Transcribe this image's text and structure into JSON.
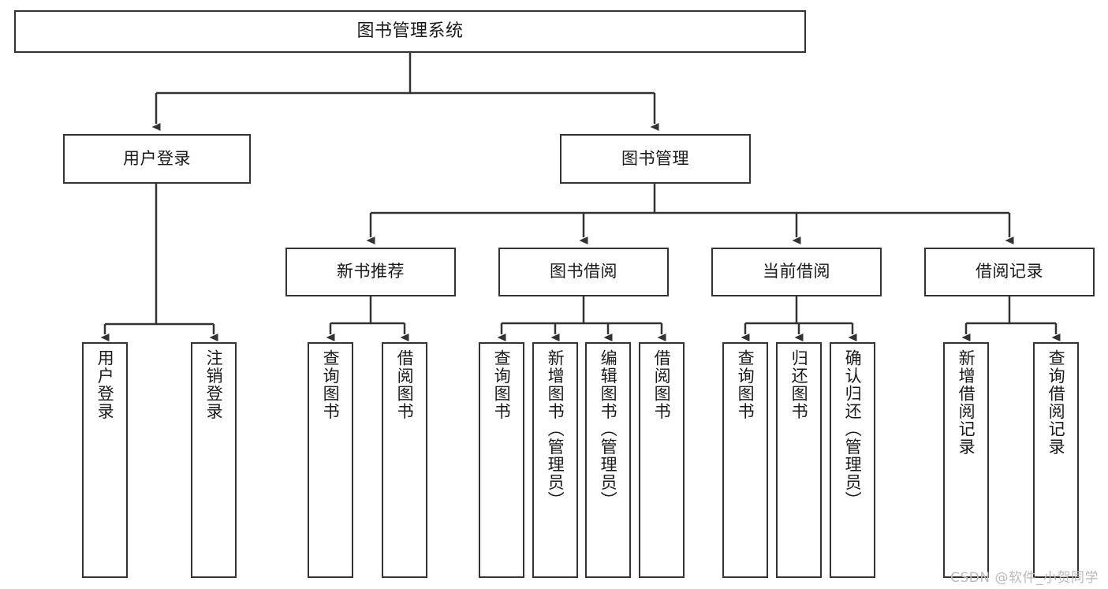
{
  "diagram": {
    "title": "图书管理系统",
    "type": "functional-structure-tree",
    "root": {
      "label": "图书管理系统"
    },
    "level2": [
      {
        "label": "用户登录"
      },
      {
        "label": "图书管理"
      }
    ],
    "level3": [
      {
        "label": "新书推荐"
      },
      {
        "label": "图书借阅"
      },
      {
        "label": "当前借阅"
      },
      {
        "label": "借阅记录"
      }
    ],
    "leaves": {
      "user_login": [
        {
          "label": "用户登录"
        },
        {
          "label": "注销登录"
        }
      ],
      "new_book": [
        {
          "label": "查询图书"
        },
        {
          "label": "借阅图书"
        }
      ],
      "book_borrow": [
        {
          "label": "查询图书"
        },
        {
          "label": "新增图书（管理员）"
        },
        {
          "label": "编辑图书（管理员）"
        },
        {
          "label": "借阅图书"
        }
      ],
      "current_borrow": [
        {
          "label": "查询图书"
        },
        {
          "label": "归还图书"
        },
        {
          "label": "确认归还（管理员）"
        }
      ],
      "borrow_record": [
        {
          "label": "新增借阅记录"
        },
        {
          "label": "查询借阅记录"
        }
      ]
    }
  },
  "watermark": {
    "text": "CSDN @软件_小贺同学"
  },
  "colors": {
    "stroke": "#333333",
    "fill": "#ffffff",
    "text": "#1a1a1a",
    "watermark": "#b9b9b9"
  }
}
